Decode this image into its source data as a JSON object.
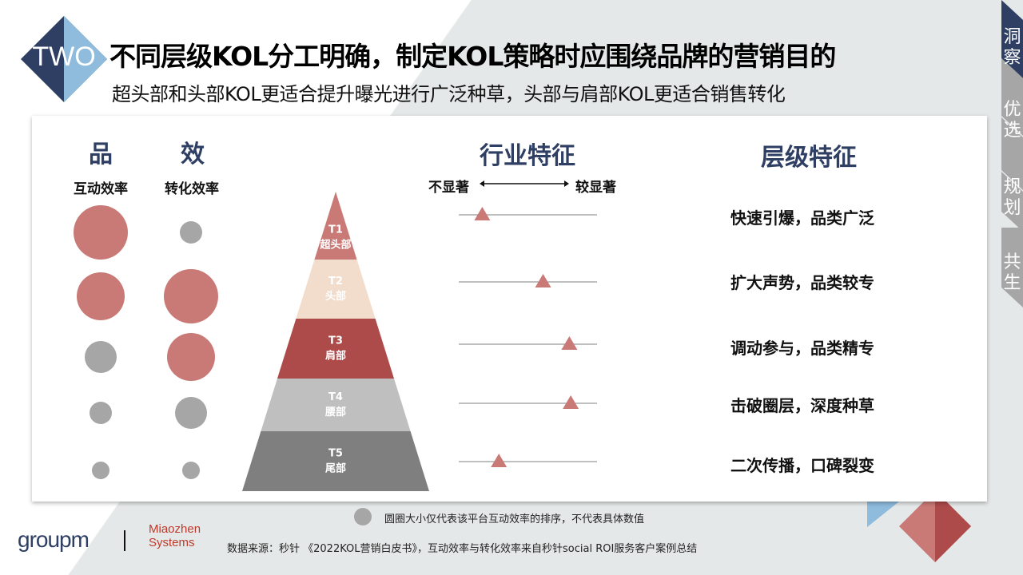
{
  "header": {
    "badge": "TWO",
    "title": "不同层级KOL分工明确，制定KOL策略时应围绕品牌的营销目的",
    "subtitle": "超头部和头部KOL更适合提升曝光进行广泛种草，头部与肩部KOL更适合销售转化"
  },
  "nav": [
    {
      "label": "洞察",
      "active": true
    },
    {
      "label": "优选",
      "active": false
    },
    {
      "label": "规划",
      "active": false
    },
    {
      "label": "共生",
      "active": false
    }
  ],
  "columns": {
    "pin": "品",
    "pin_sub": "互动效率",
    "xiao": "效",
    "xiao_sub": "转化效率",
    "industry": "行业特征",
    "industry_low": "不显著",
    "industry_high": "较显著",
    "tier": "层级特征"
  },
  "colors": {
    "red": "#c97a76",
    "gray": "#a6a6a6",
    "navy": "#2e3f63"
  },
  "tiers": [
    {
      "code": "T1",
      "name": "超头部",
      "interaction_rank": 1,
      "interaction_highlight": true,
      "conversion_rank": 4,
      "conversion_highlight": false,
      "industry_significance": 0.17,
      "feature": "快速引爆，品类广泛",
      "color": "#c97a76"
    },
    {
      "code": "T2",
      "name": "头部",
      "interaction_rank": 2,
      "interaction_highlight": true,
      "conversion_rank": 1,
      "conversion_highlight": true,
      "industry_significance": 0.61,
      "feature": "扩大声势，品类较专",
      "color": "#f2dccb"
    },
    {
      "code": "T3",
      "name": "肩部",
      "interaction_rank": 3,
      "interaction_highlight": false,
      "conversion_rank": 2,
      "conversion_highlight": true,
      "industry_significance": 0.8,
      "feature": "调动参与，品类精专",
      "color": "#ad4a4a"
    },
    {
      "code": "T4",
      "name": "腰部",
      "interaction_rank": 4,
      "interaction_highlight": false,
      "conversion_rank": 3,
      "conversion_highlight": false,
      "industry_significance": 0.81,
      "feature": "击破圈层，深度种草",
      "color": "#bfbfbf"
    },
    {
      "code": "T5",
      "name": "尾部",
      "interaction_rank": 5,
      "interaction_highlight": false,
      "conversion_rank": 5,
      "conversion_highlight": false,
      "industry_significance": 0.29,
      "feature": "二次传播，口碑裂变",
      "color": "#7f7f7f"
    }
  ],
  "footer": {
    "legend": "圆圈大小仅代表该平台互动效率的排序，不代表具体数值",
    "source": "数据来源：秒针 《2022KOL营销白皮书》，互动效率与转化效率来自秒针social ROI服务客户案例总结",
    "logo1": "groupm",
    "logo2a": "Miaozhen",
    "logo2b": "Systems"
  }
}
